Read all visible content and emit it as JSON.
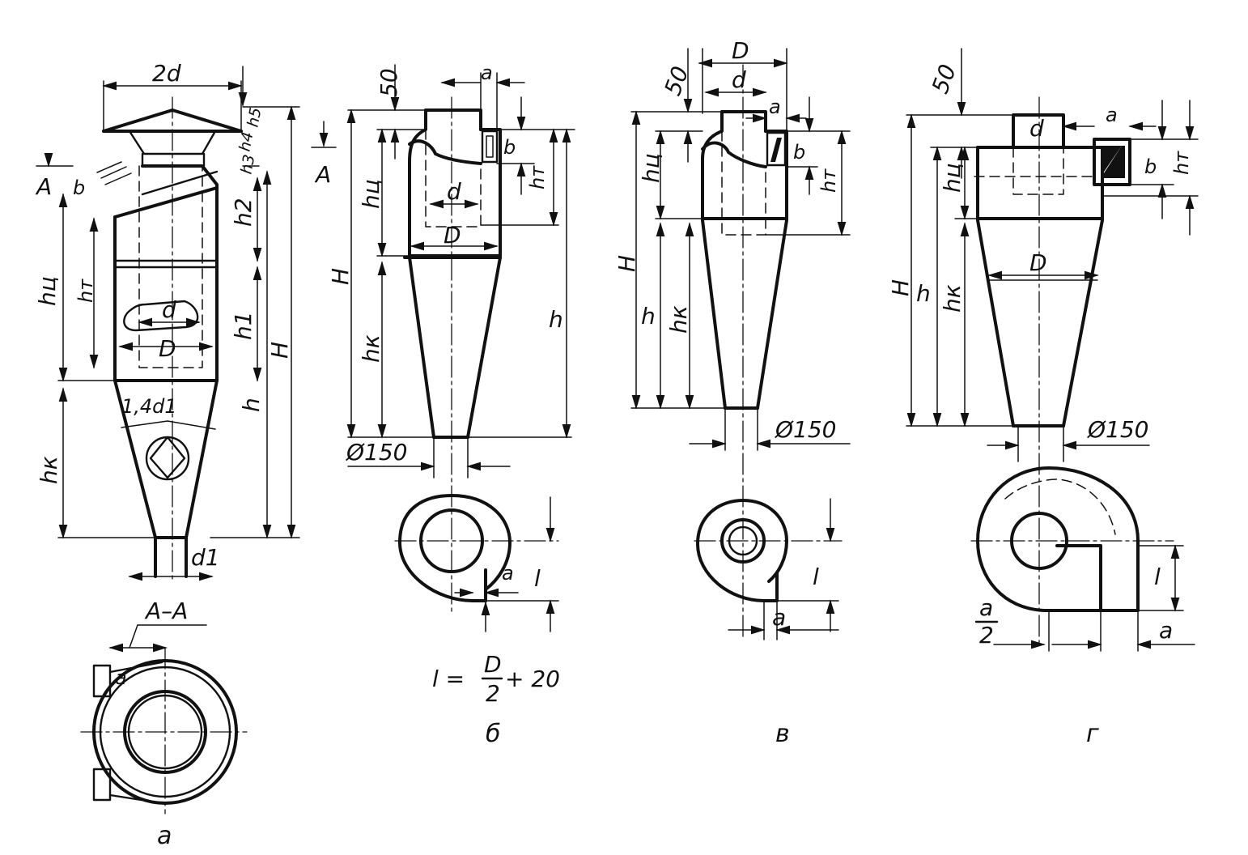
{
  "labels": {
    "two_d": "2d",
    "A": "A",
    "b": "b",
    "h_c": "hц",
    "h_t": "hт",
    "h_k": "hк",
    "h": "h",
    "H": "H",
    "h1": "h1",
    "h2": "h2",
    "h3": "h3",
    "h4": "h4",
    "h5": "h5",
    "d": "d",
    "D": "D",
    "d1": "d1",
    "one_four_d1": "1,4d1",
    "AA": "A–A",
    "a": "a",
    "fifty": "50",
    "phi150": "Ø150",
    "l": "l",
    "formula_l": "l =",
    "formula_D": "D",
    "formula_2": "2",
    "formula_plus": "+ 20",
    "a_frac_num": "a",
    "a_frac_den": "2"
  },
  "captions": {
    "a": "a",
    "b": "б",
    "v": "в",
    "g": "г"
  }
}
